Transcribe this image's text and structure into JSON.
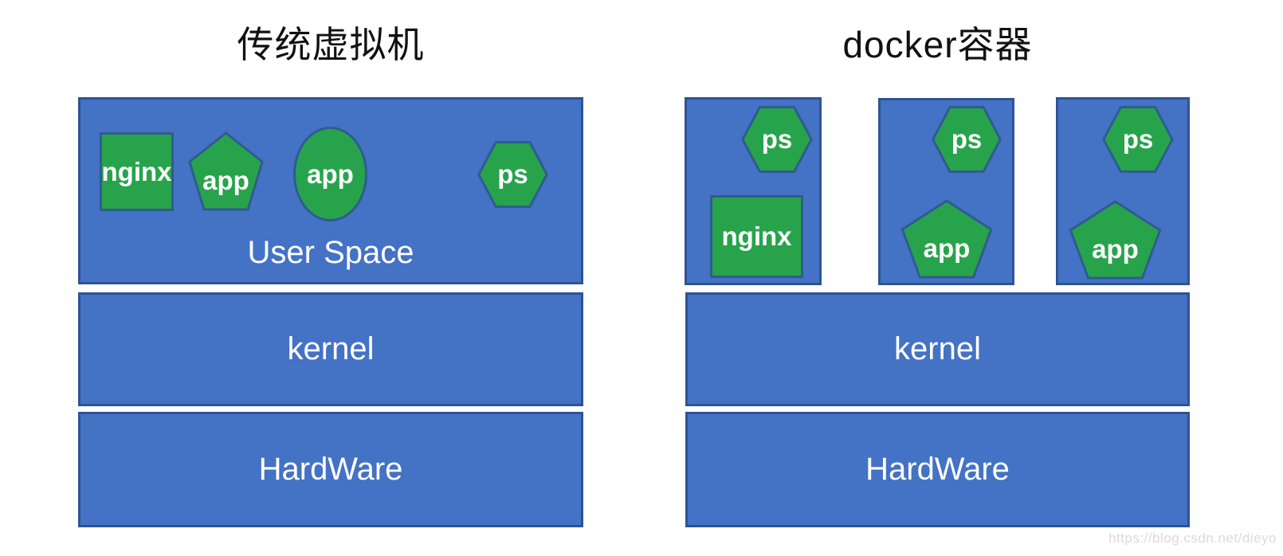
{
  "titles": {
    "left": "传统虚拟机",
    "right": "docker容器"
  },
  "colors": {
    "layer_blue": "#4472C4",
    "layer_border": "#2E5395",
    "shape_green": "#27A44B",
    "shape_border": "#2F5C8F",
    "label_white": "#FFFFFF",
    "title_black": "#111111",
    "watermark_gray": "#DADADA"
  },
  "vm": {
    "user_space": {
      "label": "User Space",
      "processes": [
        {
          "label": "nginx",
          "shape": "square"
        },
        {
          "label": "app",
          "shape": "pentagon"
        },
        {
          "label": "app",
          "shape": "circle"
        },
        {
          "label": "ps",
          "shape": "hexagon"
        }
      ]
    },
    "kernel_label": "kernel",
    "hardware_label": "HardWare"
  },
  "docker": {
    "containers": [
      {
        "processes": [
          {
            "label": "ps",
            "shape": "hexagon"
          },
          {
            "label": "nginx",
            "shape": "square"
          }
        ]
      },
      {
        "processes": [
          {
            "label": "ps",
            "shape": "hexagon"
          },
          {
            "label": "app",
            "shape": "pentagon"
          }
        ]
      },
      {
        "processes": [
          {
            "label": "ps",
            "shape": "hexagon"
          },
          {
            "label": "app",
            "shape": "pentagon"
          }
        ]
      }
    ],
    "kernel_label": "kernel",
    "hardware_label": "HardWare"
  },
  "watermark": "https://blog.csdn.net/dieyo"
}
